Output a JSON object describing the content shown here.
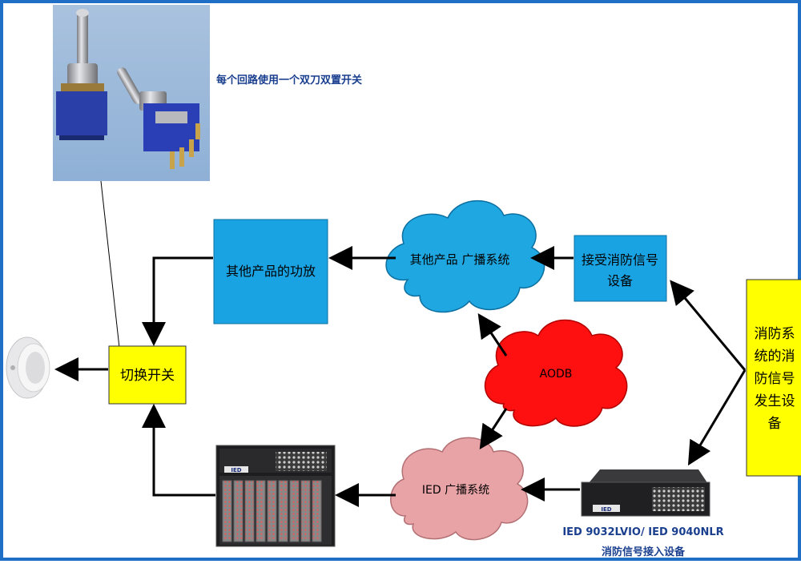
{
  "switch_photo": {
    "caption": "每个回路使用一个双刀双置开关"
  },
  "nodes": {
    "other_amp": "其他产品的功放",
    "switch": "切换开关",
    "other_broadcast": "其他产品 广播系统",
    "receive_fire_signal_line1": "接受消防信号",
    "receive_fire_signal_line2": "设备",
    "aodb": "AODB",
    "ied_broadcast": "IED 广播系统",
    "fire_signal_source_lines": [
      "消防系",
      "统的消",
      "防信号",
      "发生设",
      "备"
    ],
    "ied_device_line1": "IED 9032LVIO/ IED 9040NLR",
    "ied_device_line2": "消防信号接入设备",
    "ied_logo": "IED"
  },
  "colors": {
    "blue_box": "#1aa3e3",
    "yellow_box": "#ffff00",
    "cloud_blue": "#1fa7e1",
    "cloud_red": "#ff1010",
    "cloud_pink": "#e8a3a6",
    "frame": "#1f6fc6",
    "caption": "#1a3f8f"
  }
}
